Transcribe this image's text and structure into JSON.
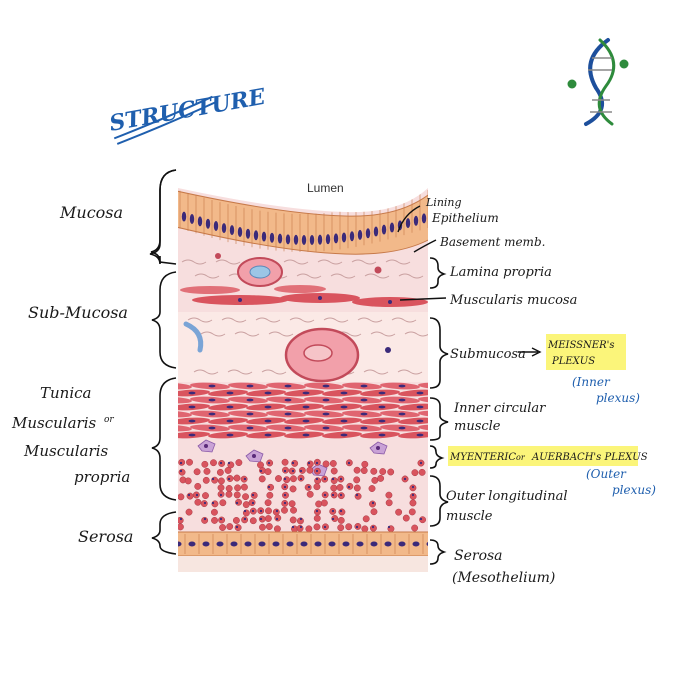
{
  "title": "STRUCTURE",
  "lumen_label": "Lumen",
  "left_labels": {
    "mucosa": "Mucosa",
    "submucosa": "Sub-Mucosa",
    "tunica_line1": "Tunica",
    "tunica_line2": "Muscularis",
    "tunica_or": "or",
    "tunica_line3": "Muscularis",
    "tunica_line4": "propria",
    "serosa": "Serosa"
  },
  "right_labels": {
    "lining_line1": "Lining",
    "lining_line2": "Epithelium",
    "basement": "Basement memb.",
    "lamina": "Lamina propria",
    "muscularis_mucosa": "Muscularis mucosa",
    "submucosa": "Submucosa",
    "meissner_line1": "MEISSNER's",
    "meissner_line2": "PLEXUS",
    "inner_plexus_line1": "(Inner",
    "inner_plexus_line2": "plexus)",
    "inner_circular_line1": "Inner circular",
    "inner_circular_line2": "muscle",
    "myenteric_a": "MYENTERIC",
    "myenteric_or": "or",
    "myenteric_b": "AUERBACH's PLEXUS",
    "outer_plexus_line1": "(Outer",
    "outer_plexus_line2": "plexus)",
    "outer_long_line1": "Outer longitudinal",
    "outer_long_line2": "muscle",
    "serosa_line1": "Serosa",
    "serosa_line2": "(Mesothelium)"
  },
  "colors": {
    "tissue_bg": "#f7dede",
    "muscle": "#d9545e",
    "nucleus": "#3b2a7a",
    "epithelium": "#f2b98a",
    "highlight": "#fbf57a",
    "title_blue": "#1f5fae",
    "logo_blue": "#1d4f9c",
    "logo_green": "#2e8b3c"
  }
}
